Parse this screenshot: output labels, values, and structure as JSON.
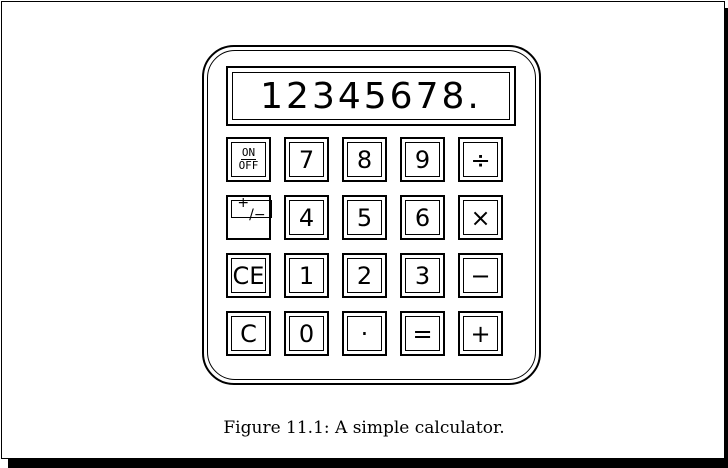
{
  "display": {
    "value": "12345678."
  },
  "keys": {
    "on": "ON",
    "off": "OFF",
    "plus_minus_top": "+",
    "plus_minus_bottom": "/−",
    "ce": "CE",
    "c": "C",
    "seven": "7",
    "eight": "8",
    "nine": "9",
    "four": "4",
    "five": "5",
    "six": "6",
    "one": "1",
    "two": "2",
    "three": "3",
    "zero": "0",
    "decimal": "·",
    "equals": "=",
    "divide": "÷",
    "multiply": "×",
    "minus": "−",
    "plus": "+"
  },
  "caption": "Figure 11.1: A simple calculator."
}
